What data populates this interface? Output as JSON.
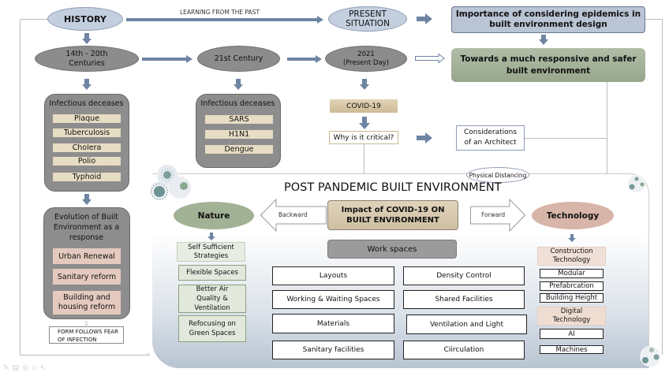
{
  "top": {
    "history": "HISTORY",
    "learning": "LEARNING FROM THE PAST",
    "present_situation": "PRESENT SITUATION",
    "importance": "Importance of considering epidemics in built environment design",
    "towards": "Towards a much responsive and safer built environment"
  },
  "timeline": {
    "centuries_14_20": "14th - 20th Centuries",
    "century_21": "21st Century",
    "present_day_line1": "2021",
    "present_day_line2": "(Present Day)"
  },
  "history_panel": {
    "title": "Infectious deceases",
    "items": [
      "Plaque",
      "Tuberculosis",
      "Cholera",
      "Polio",
      "Typhoid"
    ]
  },
  "century21_panel": {
    "title": "Infectious deceases",
    "items": [
      "SARS",
      "H1N1",
      "Dengue"
    ]
  },
  "evolution_panel": {
    "title": "Evolution of Built Environment as a response",
    "items": [
      "Urban Renewal",
      "Sanitary reform",
      "Building and housing reform"
    ],
    "form_follows": "FORM FOLLOWS FEAR OF INFECTION"
  },
  "present": {
    "covid": "COVID-19",
    "why_critical": "Why is it critical?",
    "considerations": "Considerations of an Architect",
    "physical_distancing": "Physical Distancing"
  },
  "post_pandemic": {
    "title": "POST PANDEMIC BUILT ENVIRONMENT",
    "impact": "Impact of COVID-19 ON BUILT ENVIRONMENT",
    "backward": "Backward",
    "forward": "Forward",
    "nature": {
      "label": "Nature",
      "items": [
        "Self Sufficient Strategies",
        "Flexible Spaces",
        "Better Air Quality & Ventilation",
        "Refocusing on Green Spaces"
      ]
    },
    "workspaces": {
      "label": "Work spaces",
      "left": [
        "Layouts",
        "Working & Waiting Spaces",
        "Materials",
        "Sanitary facilities"
      ],
      "right": [
        "Density Control",
        "Shared Facilities",
        "Ventilation and Light",
        "Ciirculation"
      ]
    },
    "technology": {
      "label": "Technology",
      "construction": "Construction Technology",
      "construction_items": [
        "Modular",
        "Prefabrcation",
        "Building Height"
      ],
      "digital": "Digital Technology",
      "digital_items": [
        "AI",
        "Machines"
      ]
    }
  },
  "toolbar": {
    "icons": [
      "pen-icon",
      "highlighter-icon",
      "eraser-icon",
      "marker-icon",
      "pointer-icon"
    ]
  },
  "colors": {
    "oval_blue": "#c3cfdf",
    "oval_gray": "#8c8c8c",
    "arrow_blue": "#6e84a3",
    "importance_bg": "#b9c4d4",
    "towards_bg": "#a3b099",
    "tan": "#e7dcc4",
    "covid_bg": "#d9c9a6",
    "pink": "#e4c9be",
    "nature_bg": "#a2b295",
    "technology_bg": "#d8b5a9",
    "impact_bg": "#d9cbb0"
  }
}
